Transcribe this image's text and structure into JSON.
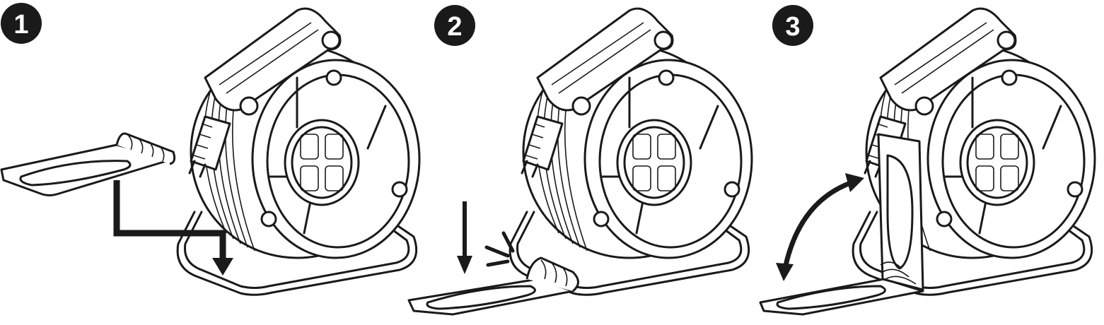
{
  "steps": [
    {
      "number": "1"
    },
    {
      "number": "2"
    },
    {
      "number": "3"
    }
  ],
  "colors": {
    "ink": "#1a1a1a",
    "background": "#ffffff"
  }
}
